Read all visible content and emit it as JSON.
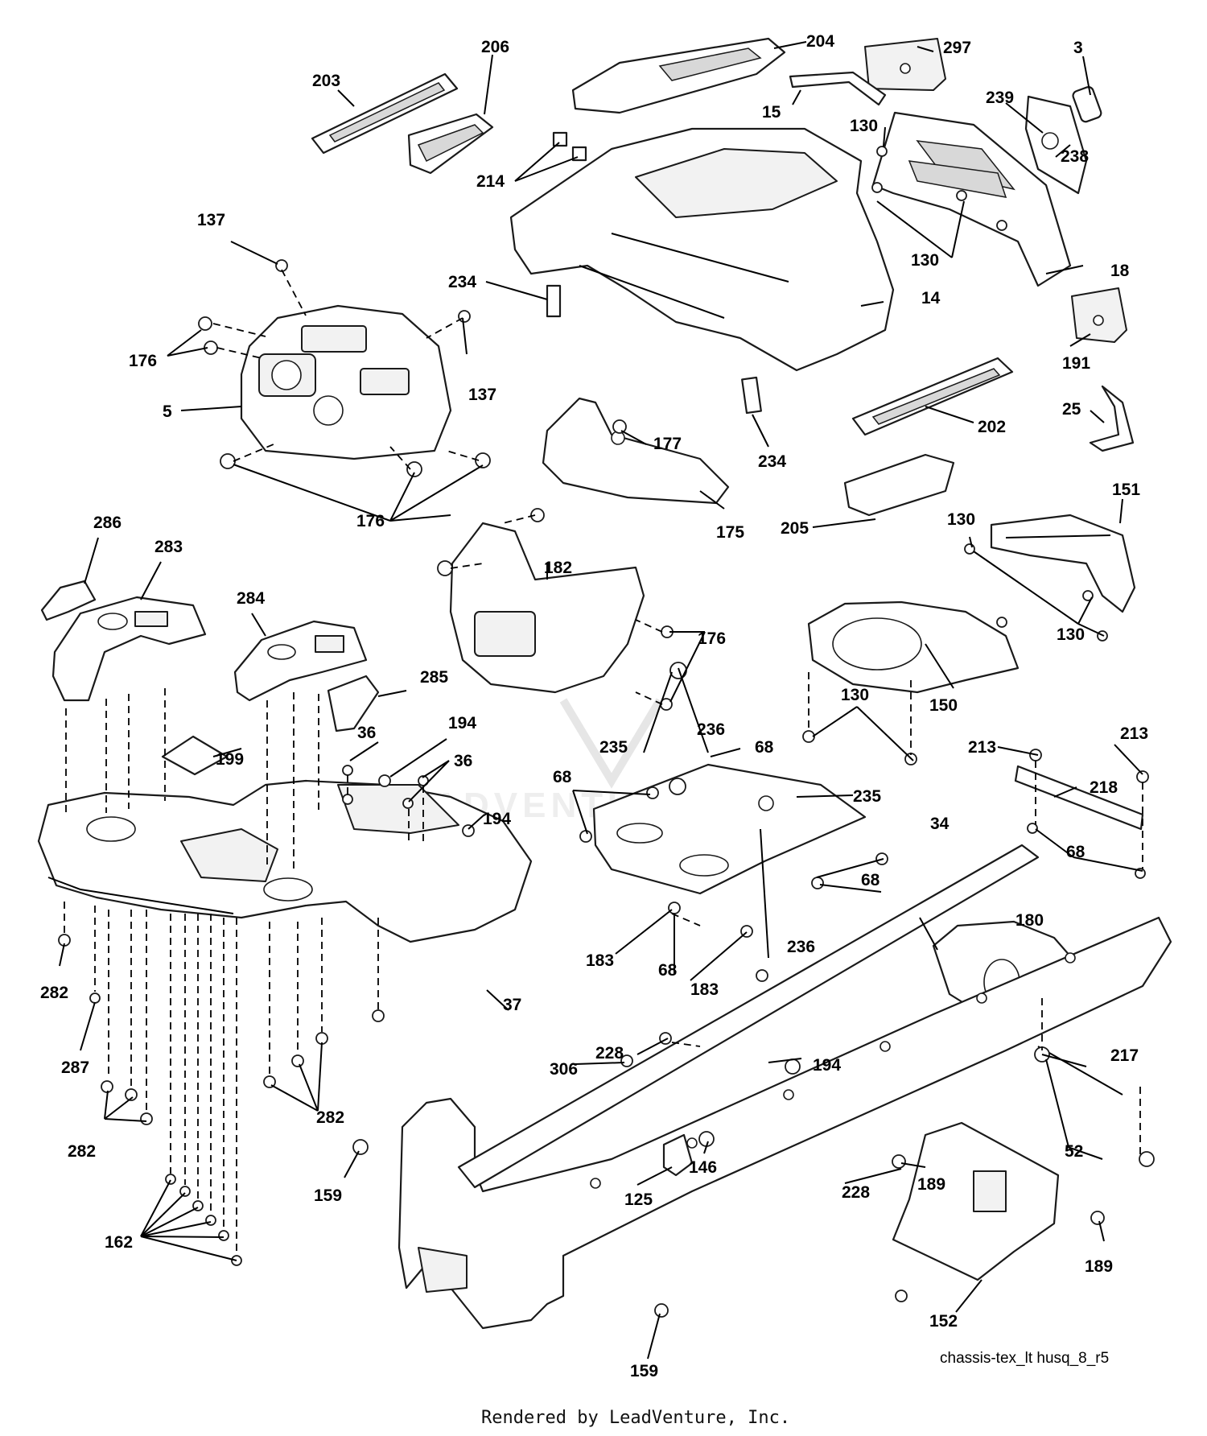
{
  "diagram": {
    "reference_code": "chassis-tex_lt husq_8_r5",
    "footer": "Rendered by LeadVenture, Inc.",
    "watermark": "LEADVENTURE"
  },
  "callouts": [
    {
      "id": "c203",
      "text": "203"
    },
    {
      "id": "c206",
      "text": "206"
    },
    {
      "id": "c204",
      "text": "204"
    },
    {
      "id": "c297",
      "text": "297"
    },
    {
      "id": "c3",
      "text": "3"
    },
    {
      "id": "c15",
      "text": "15"
    },
    {
      "id": "c239",
      "text": "239"
    },
    {
      "id": "c130a",
      "text": "130"
    },
    {
      "id": "c238",
      "text": "238"
    },
    {
      "id": "c214",
      "text": "214"
    },
    {
      "id": "c137a",
      "text": "137"
    },
    {
      "id": "c130b",
      "text": "130"
    },
    {
      "id": "c18",
      "text": "18"
    },
    {
      "id": "c234a",
      "text": "234"
    },
    {
      "id": "c14",
      "text": "14"
    },
    {
      "id": "c176a",
      "text": "176"
    },
    {
      "id": "c191",
      "text": "191"
    },
    {
      "id": "c137b",
      "text": "137"
    },
    {
      "id": "c5",
      "text": "5"
    },
    {
      "id": "c25",
      "text": "25"
    },
    {
      "id": "c202",
      "text": "202"
    },
    {
      "id": "c177",
      "text": "177"
    },
    {
      "id": "c234b",
      "text": "234"
    },
    {
      "id": "c175",
      "text": "175"
    },
    {
      "id": "c176b",
      "text": "176"
    },
    {
      "id": "c205",
      "text": "205"
    },
    {
      "id": "c151",
      "text": "151"
    },
    {
      "id": "c130c",
      "text": "130"
    },
    {
      "id": "c286",
      "text": "286"
    },
    {
      "id": "c283",
      "text": "283"
    },
    {
      "id": "c182",
      "text": "182"
    },
    {
      "id": "c284",
      "text": "284"
    },
    {
      "id": "c176c",
      "text": "176"
    },
    {
      "id": "c130d",
      "text": "130"
    },
    {
      "id": "c285",
      "text": "285"
    },
    {
      "id": "c150",
      "text": "150"
    },
    {
      "id": "c130e",
      "text": "130"
    },
    {
      "id": "c36a",
      "text": "36"
    },
    {
      "id": "c194a",
      "text": "194"
    },
    {
      "id": "c199",
      "text": "199"
    },
    {
      "id": "c235a",
      "text": "235"
    },
    {
      "id": "c236a",
      "text": "236"
    },
    {
      "id": "c68a",
      "text": "68"
    },
    {
      "id": "c213a",
      "text": "213"
    },
    {
      "id": "c213b",
      "text": "213"
    },
    {
      "id": "c36b",
      "text": "36"
    },
    {
      "id": "c68b",
      "text": "68"
    },
    {
      "id": "c218",
      "text": "218"
    },
    {
      "id": "c235b",
      "text": "235"
    },
    {
      "id": "c194b",
      "text": "194"
    },
    {
      "id": "c34",
      "text": "34"
    },
    {
      "id": "c68c",
      "text": "68"
    },
    {
      "id": "c68d",
      "text": "68"
    },
    {
      "id": "c180",
      "text": "180"
    },
    {
      "id": "c236b",
      "text": "236"
    },
    {
      "id": "c183a",
      "text": "183"
    },
    {
      "id": "c68e",
      "text": "68"
    },
    {
      "id": "c282a",
      "text": "282"
    },
    {
      "id": "c183b",
      "text": "183"
    },
    {
      "id": "c37",
      "text": "37"
    },
    {
      "id": "c287",
      "text": "287"
    },
    {
      "id": "c228a",
      "text": "228"
    },
    {
      "id": "c217",
      "text": "217"
    },
    {
      "id": "c306",
      "text": "306"
    },
    {
      "id": "c194c",
      "text": "194"
    },
    {
      "id": "c282b",
      "text": "282"
    },
    {
      "id": "c282c",
      "text": "282"
    },
    {
      "id": "c52",
      "text": "52"
    },
    {
      "id": "c146",
      "text": "146"
    },
    {
      "id": "c189a",
      "text": "189"
    },
    {
      "id": "c159a",
      "text": "159"
    },
    {
      "id": "c125",
      "text": "125"
    },
    {
      "id": "c228b",
      "text": "228"
    },
    {
      "id": "c162",
      "text": "162"
    },
    {
      "id": "c189b",
      "text": "189"
    },
    {
      "id": "c152",
      "text": "152"
    },
    {
      "id": "c159b",
      "text": "159"
    }
  ]
}
